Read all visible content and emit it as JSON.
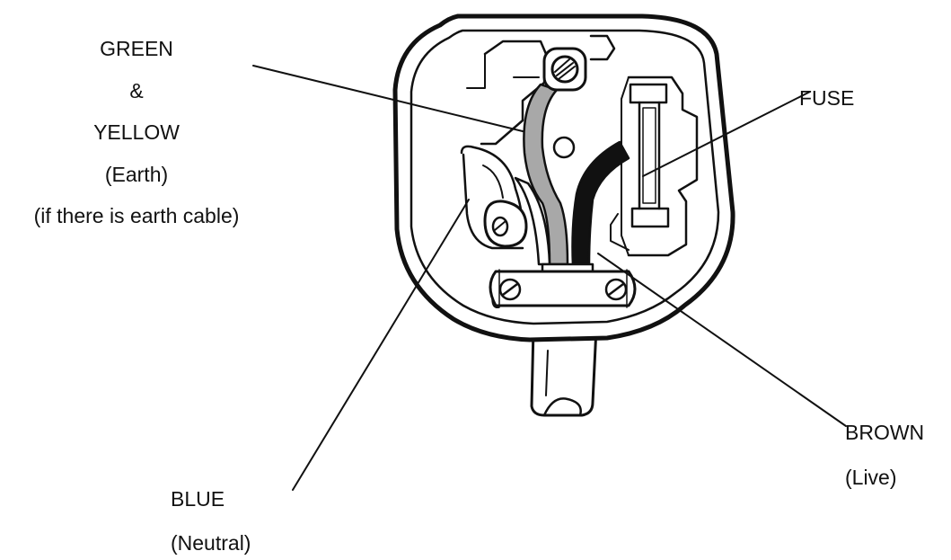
{
  "labels": {
    "earth": {
      "color": "GREEN",
      "amp": "&",
      "color2": "YELLOW",
      "role": "(Earth)",
      "note": "(if there is earth cable)"
    },
    "fuse": "FUSE",
    "live": {
      "color": "BROWN",
      "role": "(Live)"
    },
    "neutral": {
      "color": "BLUE",
      "role": "(Neutral)"
    }
  },
  "colors": {
    "stroke": "#111111",
    "earth_wire_fill": "#a8a8a8",
    "live_wire_fill": "#111111",
    "background": "#ffffff"
  }
}
